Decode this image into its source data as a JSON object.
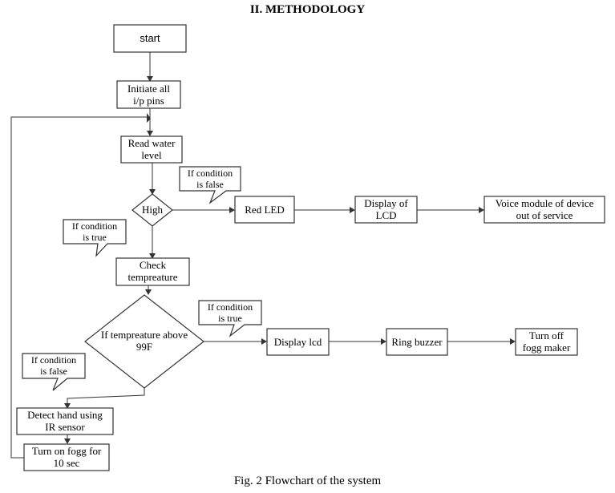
{
  "heading": "II.  METHODOLOGY",
  "caption": "Fig. 2 Flowchart of the system",
  "nodes": {
    "start": "start",
    "init": [
      "Initiate all",
      "i/p pins"
    ],
    "read": [
      "Read water",
      "level"
    ],
    "high": "High",
    "redled": "Red LED",
    "disp_lcd_upper": [
      "Display of",
      "LCD"
    ],
    "voice": [
      "Voice module of device",
      "out of service"
    ],
    "check_temp": [
      "Check",
      "tempreature"
    ],
    "temp_decision": [
      "If tempreature above",
      "99F"
    ],
    "display_lcd": "Display lcd",
    "buzzer": "Ring buzzer",
    "fogg_off": [
      "Turn off",
      "fogg maker"
    ],
    "detect_hand": [
      "Detect hand using",
      "IR sensor"
    ],
    "fogg_on": [
      "Turn on fogg for",
      "10 sec"
    ]
  },
  "callouts": {
    "c1": [
      "If condition",
      "is false"
    ],
    "c2": [
      "If condition",
      "is true"
    ],
    "c3": [
      "If condition",
      "is true"
    ],
    "c4": [
      "If condition",
      "is false"
    ]
  }
}
